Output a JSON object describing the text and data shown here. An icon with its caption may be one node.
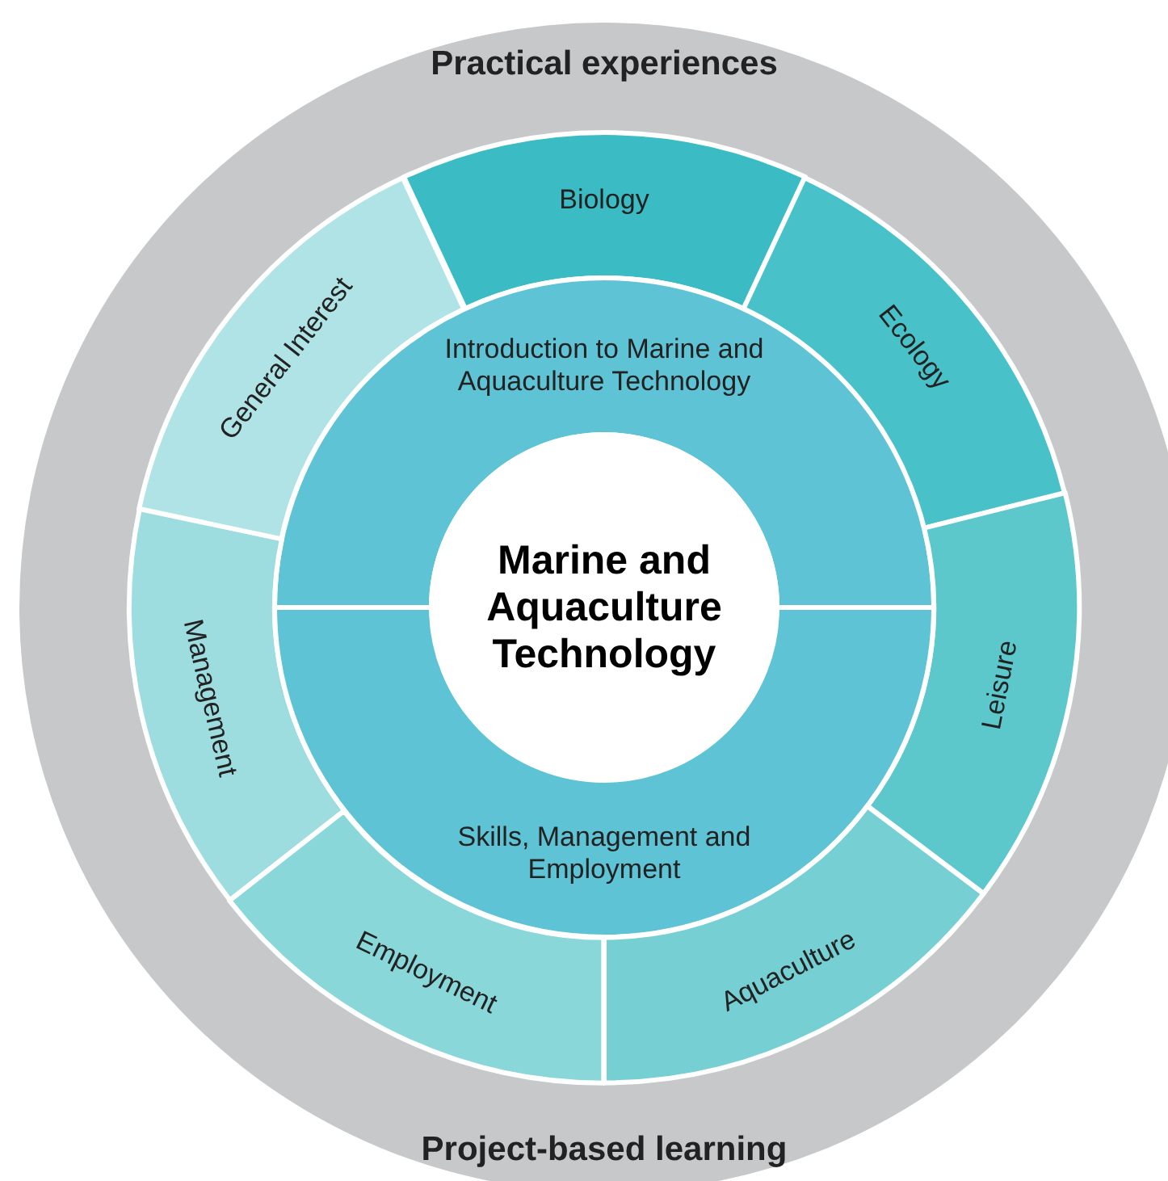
{
  "diagram": {
    "nodes": [
      {
        "text": [
          "Practical experiences",
          "Project-based learning"
        ]
      },
      {
        "text": [
          "Biology"
        ],
        "in": 0
      },
      {
        "text": [
          "General Interest"
        ],
        "in": 0
      },
      {
        "text": [
          "Ecology"
        ],
        "in": 0
      },
      {
        "text": [
          "Introduction to Marine and Aquaculture Technology"
        ],
        "in": 0
      },
      {
        "text": [
          "Marine and Aquaculture Technology"
        ],
        "in": 0
      },
      {
        "text": [
          "Management"
        ],
        "in": 0
      },
      {
        "text": [
          "Leisure"
        ],
        "in": 0
      },
      {
        "text": [
          "Skills, Management and Employment"
        ],
        "in": 0
      },
      {
        "text": [
          "Employment"
        ],
        "in": 0
      },
      {
        "text": [
          "Aquaculture"
        ],
        "in": 0
      }
    ]
  }
}
